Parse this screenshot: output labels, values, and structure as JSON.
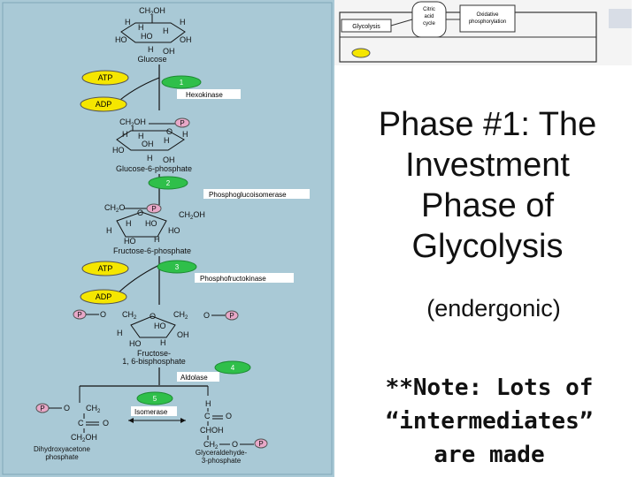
{
  "overview": {
    "glycolysis": "Glycolysis",
    "krebs_line1": "Citric",
    "krebs_line2": "acid",
    "krebs_line3": "cycle",
    "oxphos_line1": "Oxidative",
    "oxphos_line2": "phosphorylation"
  },
  "title": {
    "line1": "Phase #1: The",
    "line2": "Investment",
    "line3": "Phase of",
    "line4": "Glycolysis",
    "subtitle": "(endergonic)"
  },
  "note": {
    "line1": "**Note: Lots of",
    "line2": "“intermediates”",
    "line3": "are made"
  },
  "pathway": {
    "glucose": {
      "name": "Glucose",
      "ch2oh": "CH",
      "ch2oh_sub": "2",
      "ch2oh_end": "OH",
      "h": "H",
      "ho": "HO",
      "oh": "OH"
    },
    "atp": "ATP",
    "adp": "ADP",
    "phosphate": "P",
    "ring_o": "O",
    "step1": {
      "number": "1",
      "enzyme": "Hexokinase"
    },
    "g6p": {
      "name": "Glucose-6-phosphate"
    },
    "step2": {
      "number": "2",
      "enzyme": "Phosphoglucoisomerase"
    },
    "f6p": {
      "name": "Fructose-6-phosphate"
    },
    "step3": {
      "number": "3",
      "enzyme": "Phosphofructokinase"
    },
    "fbp": {
      "name_line1": "Fructose-",
      "name_line2": "1, 6-bisphosphate"
    },
    "step4": {
      "number": "4",
      "enzyme": "Aldolase"
    },
    "step5": {
      "number": "5",
      "enzyme": "Isomerase"
    },
    "dhap": {
      "name_line1": "Dihydroxyacetone",
      "name_line2": "phosphate",
      "c": "C",
      "choh": "CHOH"
    },
    "g3p": {
      "name_line1": "Glyceraldehyde-",
      "name_line2": "3-phosphate"
    }
  },
  "colors": {
    "panel": "#a9c9d6",
    "label_yellow": "#f5e600",
    "phosphate_pink": "#e8a8c8",
    "step_green": "#2fbf4a",
    "enzyme_bar": "#ffffff"
  }
}
